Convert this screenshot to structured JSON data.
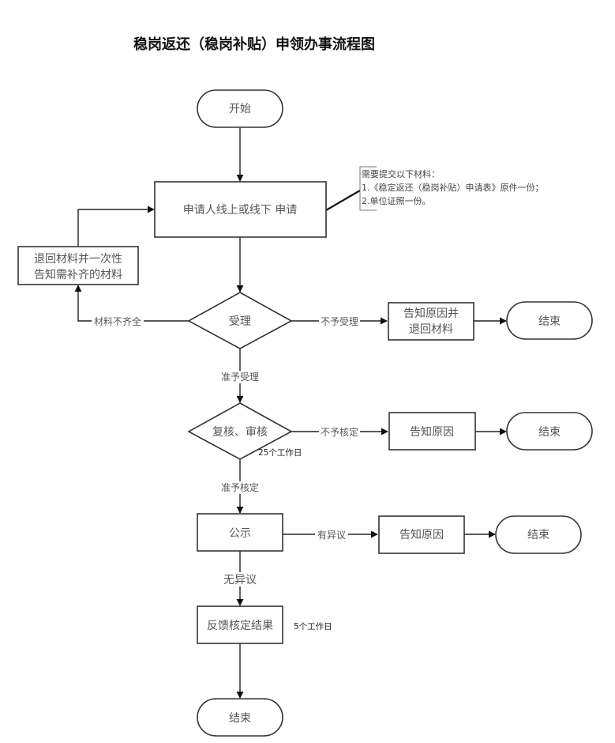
{
  "title": "稳岗返还（稳岗补贴）申领办事流程图",
  "nodes": {
    "start": "开始",
    "apply": "申请人线上或线下 申请",
    "return_materials": [
      "退回材料并一次性",
      "告知需补齐的材料"
    ],
    "accept": "受理",
    "reject_reason_return": [
      "告知原因并",
      "退回材料"
    ],
    "end_1": "结束",
    "review": "复核、审核",
    "reject_reason_2": "告知原因",
    "end_2": "结束",
    "publicity": "公示",
    "reject_reason_3": "告知原因",
    "end_3": "结束",
    "feedback": "反馈核定结果",
    "end_final": "结束"
  },
  "edges": {
    "incomplete": "材料不齐全",
    "not_accepted": "不予受理",
    "accepted": "准予受理",
    "not_approved": "不予核定",
    "approved": "准予核定",
    "has_objection": "有异议",
    "no_objection": "无异议"
  },
  "note": {
    "lines": [
      "需要提交以下材料：",
      "1.《稳定返还（稳岗补贴）申请表》原件一份；",
      "2.单位证照一份。"
    ]
  },
  "durations": {
    "review": "25个工作日",
    "feedback": "5个工作日"
  },
  "colors": {
    "stroke": "#333333",
    "text": "#555555",
    "title": "#111111"
  }
}
